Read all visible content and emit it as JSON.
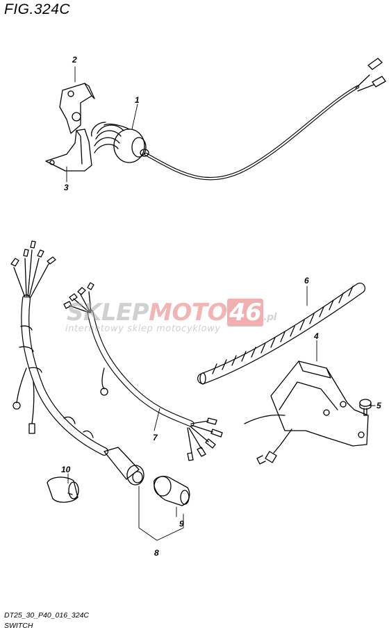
{
  "figure": {
    "title": "FIG.324C",
    "code": "DT25_30_P40_016_324C",
    "subtitle": "SWITCH"
  },
  "watermark": {
    "part1": "SKLEP",
    "part2": "MOTO",
    "part3": "46",
    "part4": ".pl",
    "tagline": "internetowy sklep motocyklowy",
    "color_gray": "#b0b0b0",
    "color_red": "#e8a0a0"
  },
  "callouts": [
    "1",
    "2",
    "3",
    "4",
    "5",
    "6",
    "7",
    "8",
    "9",
    "10"
  ]
}
